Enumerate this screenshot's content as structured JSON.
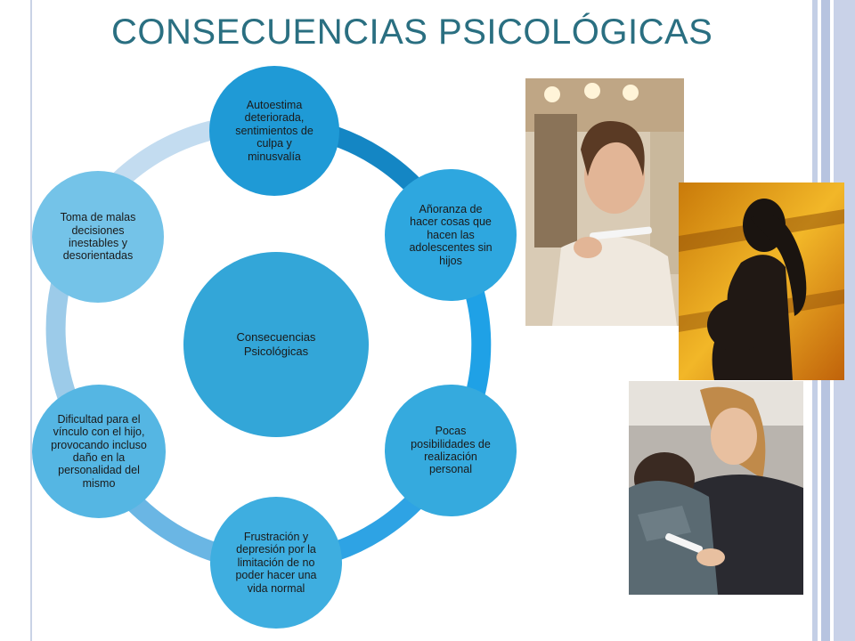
{
  "title": "CONSECUENCIAS PSICOLÓGICAS",
  "center_label": "Consecuencias Psicológicas",
  "nodes": [
    {
      "id": "autoestima",
      "label": "Autoestima deteriorada, sentimientos de culpa y minusvalía"
    },
    {
      "id": "anoranza",
      "label": "Añoranza de hacer cosas que hacen las adolescentes sin hijos"
    },
    {
      "id": "posibilidades",
      "label": "Pocas posibilidades de realización personal"
    },
    {
      "id": "frustracion",
      "label": "Frustración y depresión por la limitación de no poder hacer una vida normal"
    },
    {
      "id": "vinculo",
      "label": "Dificultad para el vínculo con el hijo, provocando incluso daño en la personalidad del mismo"
    },
    {
      "id": "decisiones",
      "label": "Toma de malas decisiones inestables y desorientadas"
    }
  ],
  "colors": {
    "title": "#2a6f81",
    "center": "#33a6d8",
    "node_fill": "#3aa9dc",
    "node_light": "#6fc2e6",
    "ring_dark": "#1c8fd0",
    "ring_light": "#b9d7ef"
  }
}
